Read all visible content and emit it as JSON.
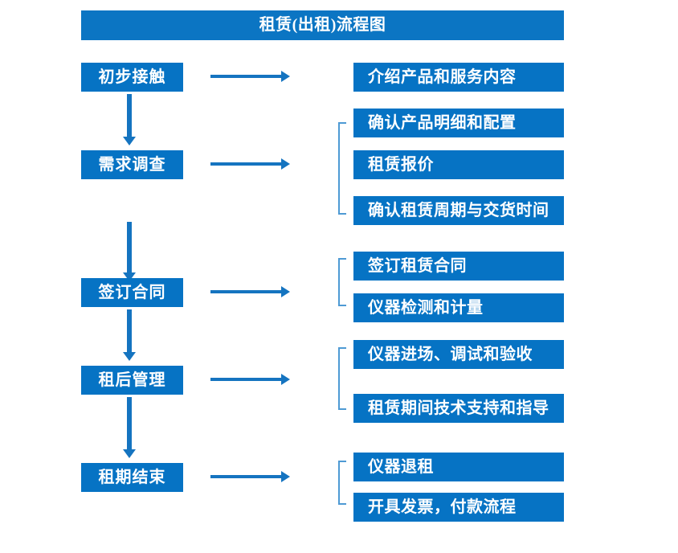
{
  "diagram": {
    "title": "租赁(出租)流程图",
    "colors": {
      "title_bar": "#0B75C3",
      "box": "#0673C4",
      "arrow": "#1574C0",
      "bracket": "#4E9AD4",
      "text": "#FFFFFF",
      "background": "#FFFFFF"
    },
    "stages": [
      {
        "id": "stage-1",
        "label": "初步接触",
        "details": [
          {
            "id": "detail-1-1",
            "label": "介绍产品和服务内容"
          }
        ],
        "has_bracket": false,
        "arrow_to_next": true
      },
      {
        "id": "stage-2",
        "label": "需求调查",
        "details": [
          {
            "id": "detail-2-1",
            "label": "确认产品明细和配置"
          },
          {
            "id": "detail-2-2",
            "label": "租赁报价"
          },
          {
            "id": "detail-2-3",
            "label": "确认租赁周期与交货时间"
          }
        ],
        "has_bracket": true,
        "arrow_to_next": true
      },
      {
        "id": "stage-3",
        "label": "签订合同",
        "details": [
          {
            "id": "detail-3-1",
            "label": "签订租赁合同"
          },
          {
            "id": "detail-3-2",
            "label": "仪器检测和计量"
          }
        ],
        "has_bracket": true,
        "arrow_to_next": true
      },
      {
        "id": "stage-4",
        "label": "租后管理",
        "details": [
          {
            "id": "detail-4-1",
            "label": "仪器进场、调试和验收"
          },
          {
            "id": "detail-4-2",
            "label": "租赁期间技术支持和指导"
          }
        ],
        "has_bracket": true,
        "arrow_to_next": true
      },
      {
        "id": "stage-5",
        "label": "租期结束",
        "details": [
          {
            "id": "detail-5-1",
            "label": "仪器退租"
          },
          {
            "id": "detail-5-2",
            "label": "开具发票，付款流程"
          }
        ],
        "has_bracket": true,
        "arrow_to_next": false
      }
    ]
  }
}
